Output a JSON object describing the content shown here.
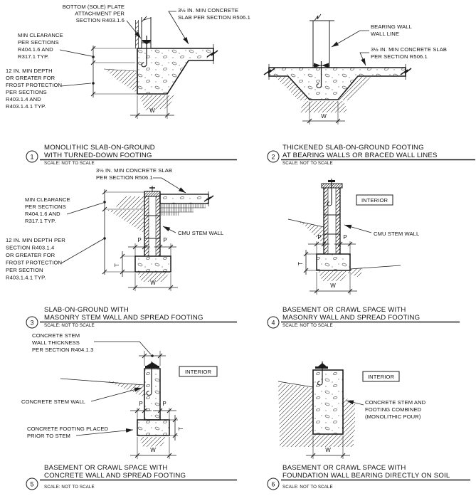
{
  "panels": [
    {
      "number": "1",
      "title1": "MONOLITHIC SLAB-ON-GROUND",
      "title2": "WITH TURNED-DOWN FOOTING",
      "scale": "SCALE: NOT TO SCALE",
      "labels": {
        "sole_plate": [
          "BOTTOM (SOLE) PLATE",
          "ATTACHMENT PER",
          "SECTION R403.1.6"
        ],
        "slab": [
          "3½ IN. MIN CONCRETE",
          "SLAB PER SECTION R506.1"
        ],
        "clearance": [
          "MIN CLEARANCE",
          "PER SECTIONS",
          "R404.1.6 AND",
          "R317.1 TYP."
        ],
        "depth": [
          "12 IN. MIN DEPTH",
          "OR GREATER FOR",
          "FROST PROTECTION",
          "PER SECTIONS",
          "R403.1.4 AND",
          "R403.1.4.1 TYP."
        ]
      },
      "dims": {
        "w": "W"
      }
    },
    {
      "number": "2",
      "title1": "THICKENED SLAB-ON-GROUND FOOTING",
      "title2": "AT BEARING WALLS OR BRACED WALL LINES",
      "scale": "SCALE: NOT TO SCALE",
      "labels": {
        "bearing": [
          "BEARING WALL",
          "WALL LINE"
        ],
        "slab": [
          "3½ IN. MIN CONCRETE SLAB",
          "PER SECTION R506.1"
        ]
      },
      "dims": {
        "w": "W"
      }
    },
    {
      "number": "3",
      "title1": "SLAB-ON-GROUND WITH",
      "title2": "MASONRY STEM WALL AND SPREAD FOOTING",
      "scale": "SCALE: NOT TO SCALE",
      "labels": {
        "slab": [
          "3½ IN. MIN CONCRETE SLAB",
          "PER SECTION R506.1"
        ],
        "clearance": [
          "MIN CLEARANCE",
          "PER SECTIONS",
          "R404.1.6 AND",
          "R317.1 TYP."
        ],
        "depth": [
          "12 IN. MIN DEPTH PER",
          "SECTION R403.1.4",
          "OR GREATER FOR",
          "FROST PROTECTION",
          "PER SECTION",
          "R403.1.4.1 TYP."
        ],
        "cmu": "CMU STEM WALL"
      },
      "dims": {
        "w": "W",
        "t": "T",
        "p": "P"
      }
    },
    {
      "number": "4",
      "title1": "BASEMENT OR CRAWL SPACE WITH",
      "title2": "MASONRY WALL AND SPREAD FOOTING",
      "scale": "SCALE: NOT TO SCALE",
      "labels": {
        "interior": "INTERIOR",
        "cmu": "CMU STEM WALL"
      },
      "dims": {
        "w": "W",
        "t": "T",
        "p": "P"
      }
    },
    {
      "number": "5",
      "title1": "BASEMENT OR CRAWL SPACE WITH",
      "title2": "CONCRETE WALL AND SPREAD FOOTING",
      "scale": "SCALE: NOT TO SCALE",
      "labels": {
        "thickness": [
          "CONCRETE STEM",
          "WALL THICKNESS",
          "PER SECTION R404.1.3"
        ],
        "interior": "INTERIOR",
        "stem": "CONCRETE STEM WALL",
        "footing": [
          "CONCRETE FOOTING PLACED",
          "PRIOR TO STEM"
        ]
      },
      "dims": {
        "w": "W",
        "t": "T",
        "p": "P"
      }
    },
    {
      "number": "6",
      "title1": "BASEMENT OR CRAWL SPACE WITH",
      "title2": "FOUNDATION WALL BEARING DIRECTLY ON SOIL",
      "scale": "SCALE: NOT TO SCALE",
      "labels": {
        "interior": "INTERIOR",
        "combined": [
          "CONCRETE STEM AND",
          "FOOTING COMBINED",
          "(MONOLITHIC POUR)"
        ]
      },
      "dims": {
        "w": "W"
      }
    }
  ],
  "ink": "#1c1c1c"
}
